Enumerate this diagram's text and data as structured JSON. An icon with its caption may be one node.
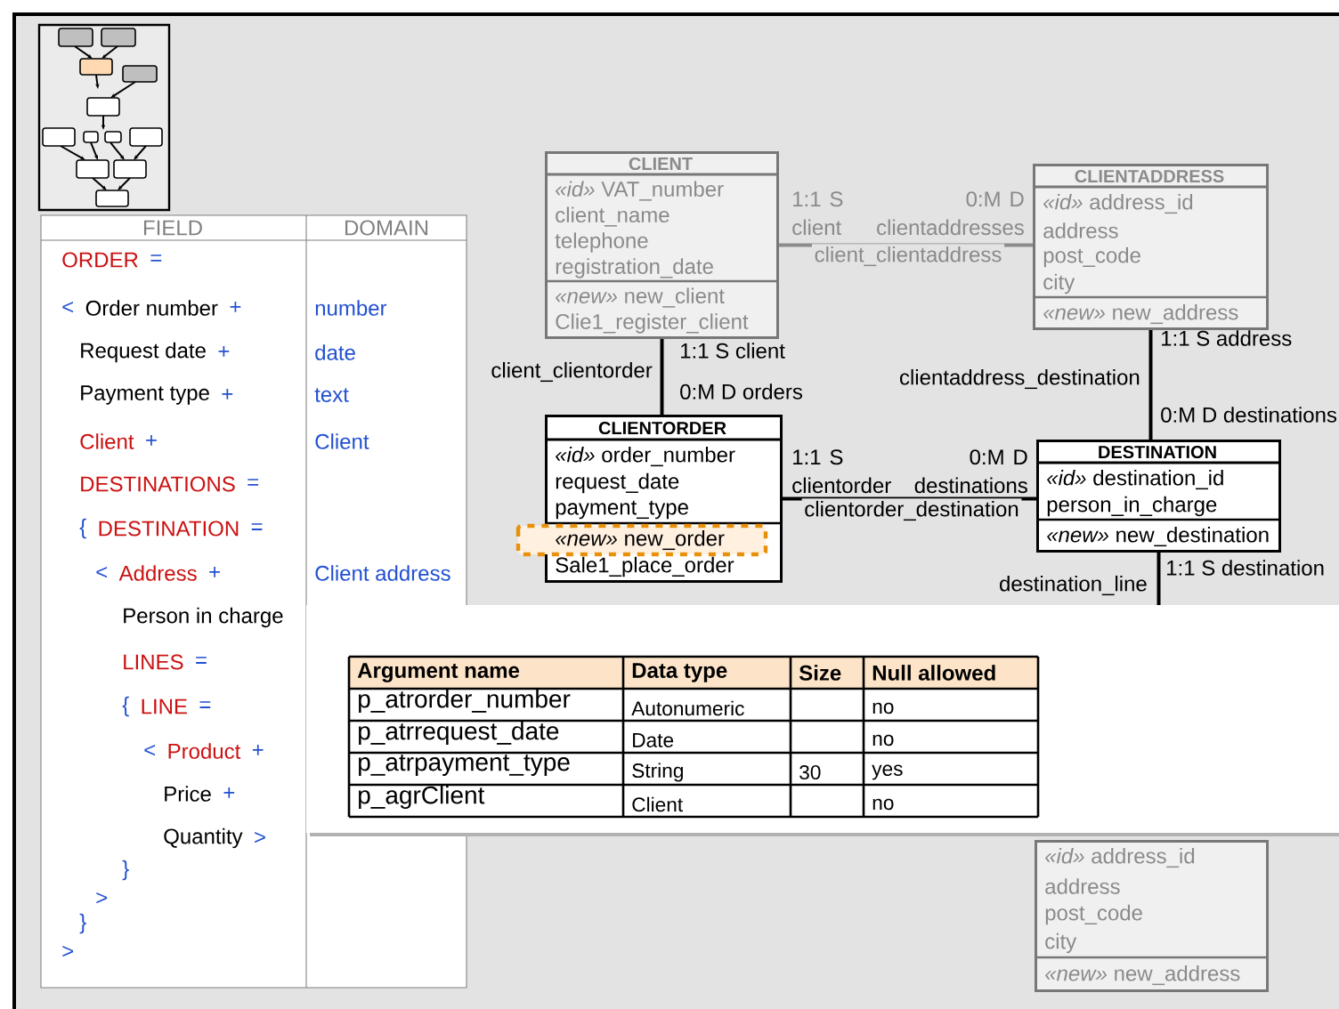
{
  "diagram": {
    "nodes": [
      {
        "text": [
          "CLIENT",
          "*«id»* VAT_number",
          "client_name",
          "telephone",
          "registration_date",
          "*«new»* new_client",
          "Clie1_register_client"
        ]
      },
      {
        "text": [
          "CLIENTADDRESS",
          "*«id»* address_id",
          "address",
          "post_code",
          "city",
          "*«new»* new_address"
        ]
      },
      {
        "text": [
          "CLIENTORDER",
          "*«id»* order_number",
          "request_date",
          "payment_type",
          "*«new»* new_order",
          "Sale1_place_order"
        ]
      },
      {
        "text": [
          "DESTINATION",
          "*«id»* destination_id",
          "person_in_charge",
          "*«new»* new_destination"
        ]
      },
      {
        "text": [
          "*«id»* address_id",
          "address",
          "post_code",
          "city",
          "*«new»* new_address"
        ]
      }
    ],
    "edges": [
      {
        "from": 0,
        "to": 1,
        "arrow": "none",
        "label": "client_clientaddress",
        "color": "#8c8c8c"
      },
      {
        "from": 0,
        "to": 2,
        "arrow": "none",
        "label": "client_clientorder"
      },
      {
        "from": 1,
        "to": 3,
        "arrow": "none",
        "label": "clientaddress_destination"
      },
      {
        "from": 2,
        "to": 3,
        "arrow": "none",
        "label": "clientorder_destination"
      },
      {
        "from": 3,
        "to": null,
        "arrow": "none",
        "label": "destination_line"
      }
    ],
    "labels": [
      "FIELD",
      "DOMAIN",
      "ORDER",
      "=",
      "<",
      "Order number",
      "+",
      "number",
      "Request date",
      "+",
      "date",
      "Payment type",
      "+",
      "text",
      "Client",
      "+",
      "Client",
      "DESTINATIONS",
      "=",
      "{",
      "DESTINATION",
      "=",
      "<",
      "Address",
      "+",
      "Client address",
      "Person in charge",
      "LINES",
      "=",
      "{",
      "LINE",
      "=",
      "<",
      "Product",
      "+",
      "Price",
      "+",
      "Quantity",
      ">",
      "}",
      ">",
      "}",
      ">",
      "Argument name",
      "Data type",
      "Size",
      "Null allowed",
      "p_atrorder_number",
      "Autonumeric",
      "no",
      "p_atrrequest_date",
      "Date",
      "no",
      "p_atrpayment_type",
      "String",
      "30",
      "yes",
      "p_agrClient",
      "Client",
      "no",
      "1:1 S client",
      "0:M D clientaddresses",
      "1:1 S client",
      "0:M D orders",
      "1:1 S address",
      "0:M D destinations",
      "1:1 S clientorder",
      "0:M D destinations",
      "1:1 S destination"
    ]
  }
}
